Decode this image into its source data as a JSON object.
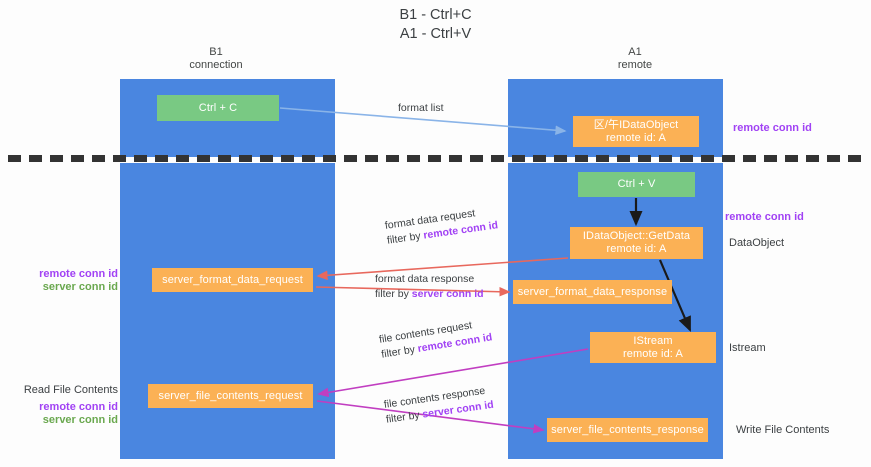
{
  "title": "B1 - Ctrl+C\nA1 - Ctrl+V",
  "columns": {
    "left": "B1\nconnection",
    "right": "A1\nremote"
  },
  "nodes": {
    "ctrl_c": "Ctrl + C",
    "idataobject": "区/午IDataObject\nremote id: A",
    "ctrl_v": "Ctrl + V",
    "getdata": "IDataObject::GetData\nremote id: A",
    "server_format_data_request": "server_format_data_request",
    "server_format_data_response": "server_format_data_response",
    "istream": "IStream\nremote id: A",
    "server_file_contents_request": "server_file_contents_request",
    "server_file_contents_response": "server_file_contents_response"
  },
  "side_labels": {
    "dataobject": "DataObject",
    "istream": "Istream",
    "write_file_contents": "Write File Contents",
    "remote_conn_id_top": "remote conn id",
    "remote_conn_id_mid": "remote conn id"
  },
  "left_annotations": {
    "remote_conn_id": "remote conn id",
    "server_conn_id": "server conn id",
    "read_file_contents": "Read File Contents",
    "remote_conn_id_2": "remote conn id",
    "server_conn_id_2": "server conn id"
  },
  "edges": {
    "format_list": "format list",
    "format_data_request": "format data request",
    "format_data_request_filter_prefix": "filter by ",
    "format_data_request_filter_key": "remote conn id",
    "format_data_response": "format data response",
    "format_data_response_filter_prefix": "filter by ",
    "format_data_response_filter_key": "server conn id",
    "file_contents_request": "file contents request",
    "file_contents_request_filter_prefix": "filter by ",
    "file_contents_request_filter_key": "remote conn id",
    "file_contents_response": "file contents response",
    "file_contents_response_filter_prefix": "filter by ",
    "file_contents_response_filter_key": "server conn id"
  },
  "colors": {
    "lane_blue": "#4a86e0",
    "node_green": "#79c983",
    "node_orange": "#fbb155",
    "conn_purple": "#a142f4",
    "conn_green": "#6aa84f",
    "arrow_light_blue": "#9fc5f0",
    "arrow_red": "#e8685d",
    "arrow_magenta": "#c13ec1",
    "arrow_black": "#1a1a1a"
  }
}
